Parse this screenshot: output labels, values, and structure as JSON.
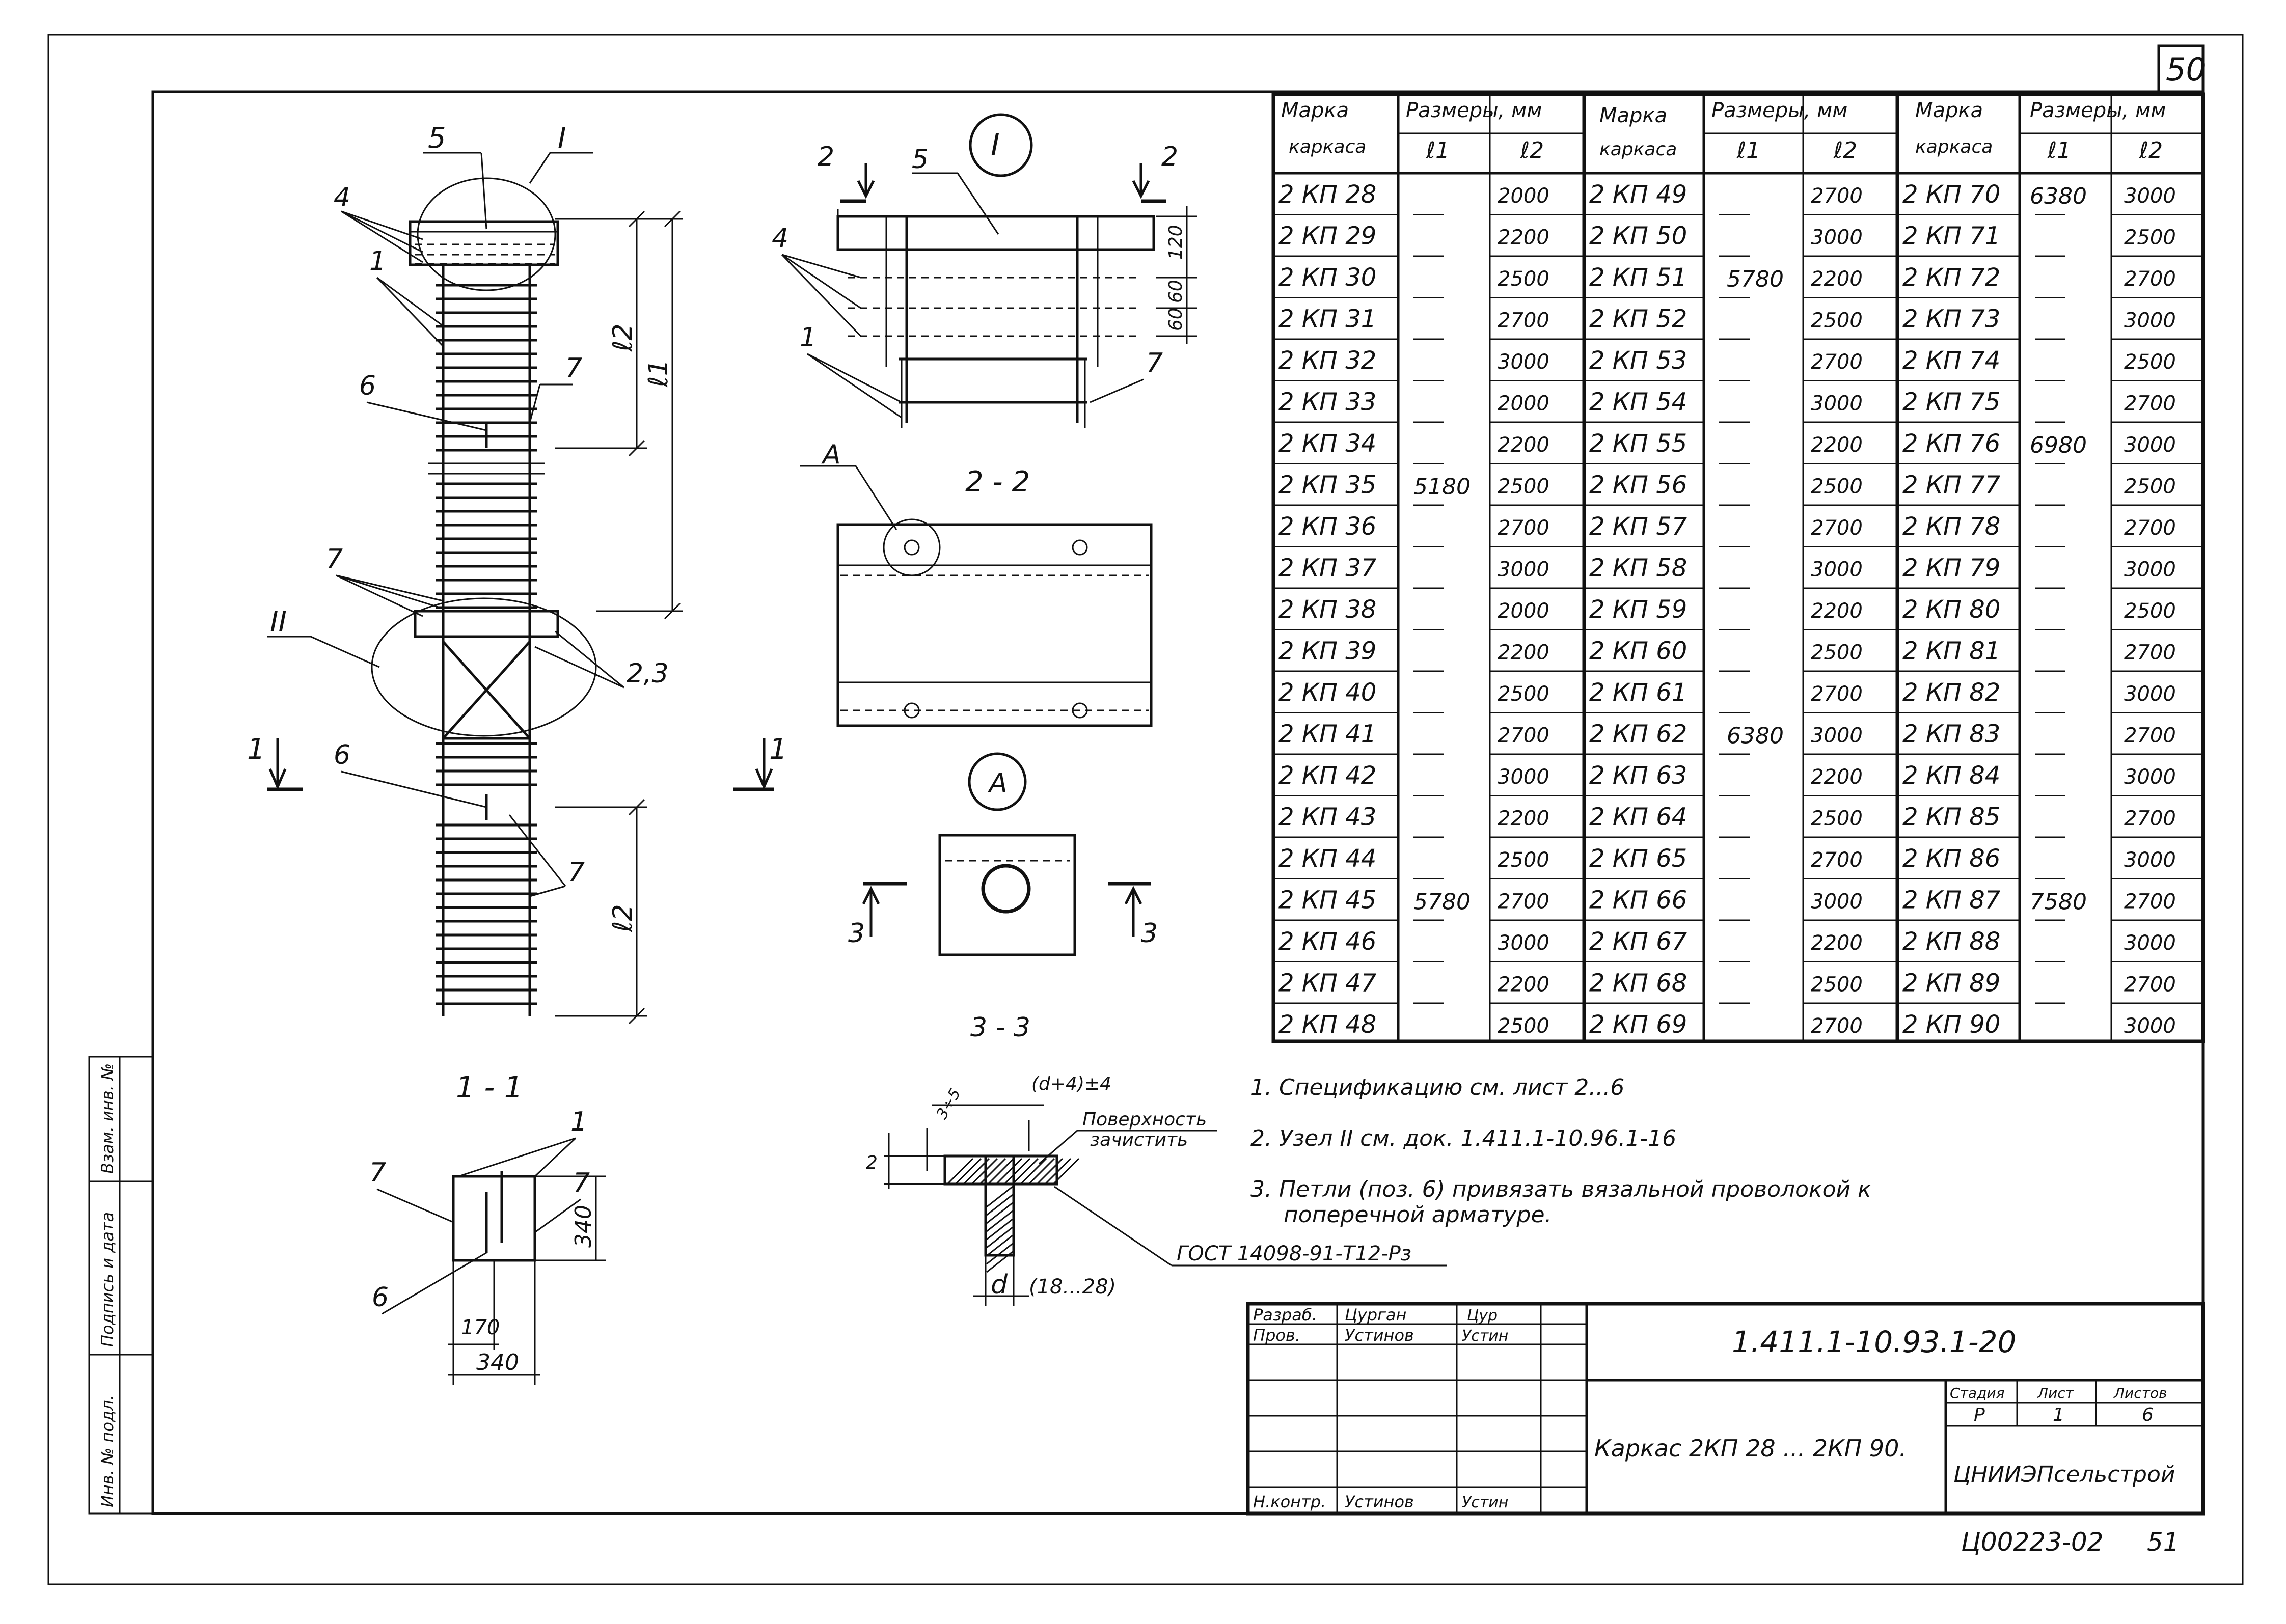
{
  "sheet_number": "50",
  "table": {
    "header": {
      "mark": [
        "Марка",
        "каркаса"
      ],
      "sizes": "Размеры, мм",
      "l1": "ℓ1",
      "l2": "ℓ2"
    },
    "columns": [
      {
        "rows": [
          {
            "mark": "2 КП 28",
            "l2": "2000"
          },
          {
            "mark": "2 КП 29",
            "l2": "2200"
          },
          {
            "mark": "2 КП 30",
            "l2": "2500"
          },
          {
            "mark": "2 КП 31",
            "l2": "2700"
          },
          {
            "mark": "2 КП 32",
            "l2": "3000"
          },
          {
            "mark": "2 КП 33",
            "l2": "2000"
          },
          {
            "mark": "2 КП 34",
            "l2": "2200"
          },
          {
            "mark": "2 КП 35",
            "l2": "2500"
          },
          {
            "mark": "2 КП 36",
            "l2": "2700"
          },
          {
            "mark": "2 КП 37",
            "l2": "3000"
          },
          {
            "mark": "2 КП 38",
            "l2": "2000"
          },
          {
            "mark": "2 КП 39",
            "l2": "2200"
          },
          {
            "mark": "2 КП 40",
            "l2": "2500"
          },
          {
            "mark": "2 КП 41",
            "l2": "2700"
          },
          {
            "mark": "2 КП 42",
            "l2": "3000"
          },
          {
            "mark": "2 КП 43",
            "l2": "2200"
          },
          {
            "mark": "2 КП 44",
            "l2": "2500"
          },
          {
            "mark": "2 КП 45",
            "l2": "2700"
          },
          {
            "mark": "2 КП 46",
            "l2": "3000"
          },
          {
            "mark": "2 КП 47",
            "l2": "2200"
          },
          {
            "mark": "2 КП 48",
            "l2": "2500"
          }
        ],
        "l1_groups": [
          {
            "value": "5180",
            "row": 7
          },
          {
            "value": "5780",
            "row": 17
          }
        ]
      },
      {
        "rows": [
          {
            "mark": "2 КП 49",
            "l2": "2700"
          },
          {
            "mark": "2 КП 50",
            "l2": "3000"
          },
          {
            "mark": "2 КП 51",
            "l2": "2200"
          },
          {
            "mark": "2 КП 52",
            "l2": "2500"
          },
          {
            "mark": "2 КП 53",
            "l2": "2700"
          },
          {
            "mark": "2 КП 54",
            "l2": "3000"
          },
          {
            "mark": "2 КП 55",
            "l2": "2200"
          },
          {
            "mark": "2 КП 56",
            "l2": "2500"
          },
          {
            "mark": "2 КП 57",
            "l2": "2700"
          },
          {
            "mark": "2 КП 58",
            "l2": "3000"
          },
          {
            "mark": "2 КП 59",
            "l2": "2200"
          },
          {
            "mark": "2 КП 60",
            "l2": "2500"
          },
          {
            "mark": "2 КП 61",
            "l2": "2700"
          },
          {
            "mark": "2 КП 62",
            "l2": "3000"
          },
          {
            "mark": "2 КП 63",
            "l2": "2200"
          },
          {
            "mark": "2 КП 64",
            "l2": "2500"
          },
          {
            "mark": "2 КП 65",
            "l2": "2700"
          },
          {
            "mark": "2 КП 66",
            "l2": "3000"
          },
          {
            "mark": "2 КП 67",
            "l2": "2200"
          },
          {
            "mark": "2 КП 68",
            "l2": "2500"
          },
          {
            "mark": "2 КП 69",
            "l2": "2700"
          }
        ],
        "l1_groups": [
          {
            "value": "5780",
            "row": 2
          },
          {
            "value": "6380",
            "row": 13
          }
        ]
      },
      {
        "rows": [
          {
            "mark": "2 КП 70",
            "l2": "3000"
          },
          {
            "mark": "2 КП 71",
            "l2": "2500"
          },
          {
            "mark": "2 КП 72",
            "l2": "2700"
          },
          {
            "mark": "2 КП 73",
            "l2": "3000"
          },
          {
            "mark": "2 КП 74",
            "l2": "2500"
          },
          {
            "mark": "2 КП 75",
            "l2": "2700"
          },
          {
            "mark": "2 КП 76",
            "l2": "3000"
          },
          {
            "mark": "2 КП 77",
            "l2": "2500"
          },
          {
            "mark": "2 КП 78",
            "l2": "2700"
          },
          {
            "mark": "2 КП 79",
            "l2": "3000"
          },
          {
            "mark": "2 КП 80",
            "l2": "2500"
          },
          {
            "mark": "2 КП 81",
            "l2": "2700"
          },
          {
            "mark": "2 КП 82",
            "l2": "3000"
          },
          {
            "mark": "2 КП 83",
            "l2": "2700"
          },
          {
            "mark": "2 КП 84",
            "l2": "3000"
          },
          {
            "mark": "2 КП 85",
            "l2": "2700"
          },
          {
            "mark": "2 КП 86",
            "l2": "3000"
          },
          {
            "mark": "2 КП 87",
            "l2": "2700"
          },
          {
            "mark": "2 КП 88",
            "l2": "3000"
          },
          {
            "mark": "2 КП 89",
            "l2": "2700"
          },
          {
            "mark": "2 КП 90",
            "l2": "3000"
          }
        ],
        "l1_groups": [
          {
            "value": "6380",
            "row": 0
          },
          {
            "value": "6980",
            "row": 6
          },
          {
            "value": "7580",
            "row": 17
          }
        ]
      }
    ]
  },
  "notes": [
    "1. Спецификацию см. лист 2...6",
    "2. Узел II см. док. 1.411.1-10.96.1-16",
    "3. Петли (поз. 6) привязать вязальной проволокой к",
    "поперечной арматуре."
  ],
  "drawing": {
    "roman_1": "I",
    "roman_2": "II",
    "callout_A": "А",
    "pos_1": "1",
    "pos_2_3": "2,3",
    "pos_4": "4",
    "pos_5": "5",
    "pos_6": "6",
    "pos_7": "7",
    "l1_dim": "ℓ1",
    "l2_dim": "ℓ2",
    "section_1_1": "1 - 1",
    "section_2_2": "2 - 2",
    "section_3_3": "3 - 3",
    "cut_1": "1",
    "cut_2": "2",
    "cut_3": "3",
    "dim_120": "120",
    "dim_60a": "60",
    "dim_60b": "60",
    "dim_340_v": "340",
    "dim_170": "170",
    "dim_340_h": "340",
    "weld_dim_top": "(d+4)±4",
    "weld_dim_angle": "3÷5",
    "weld_dim_2": "2",
    "surface_note": [
      "Поверхность",
      "зачистить"
    ],
    "gost": "ГОСТ 14098-91-Т12-Рз",
    "d_label": "d",
    "d_range": "(18...28)"
  },
  "title_block": {
    "roles": [
      "Разраб.",
      "Пров.",
      "",
      "",
      "",
      "Н.контр."
    ],
    "names": [
      "Цурган",
      "Устинов",
      "",
      "",
      "",
      "Устинов"
    ],
    "signatures": [
      "Цур",
      "Устин",
      "",
      "",
      "",
      "Устин"
    ],
    "document_code": "1.411.1-10.93.1-20",
    "title": "Каркас 2КП 28 ... 2КП 90.",
    "stage_label": "Стадия",
    "sheet_label": "Лист",
    "sheets_label": "Листов",
    "stage": "Р",
    "sheet": "1",
    "sheets": "6",
    "organization": "ЦНИИЭПсельстрой"
  },
  "left_strip": [
    "Инв. № подл.",
    "Подпись и дата",
    "Взам. инв. №"
  ],
  "bottom": {
    "code": "Ц00223-02",
    "page": "51"
  }
}
